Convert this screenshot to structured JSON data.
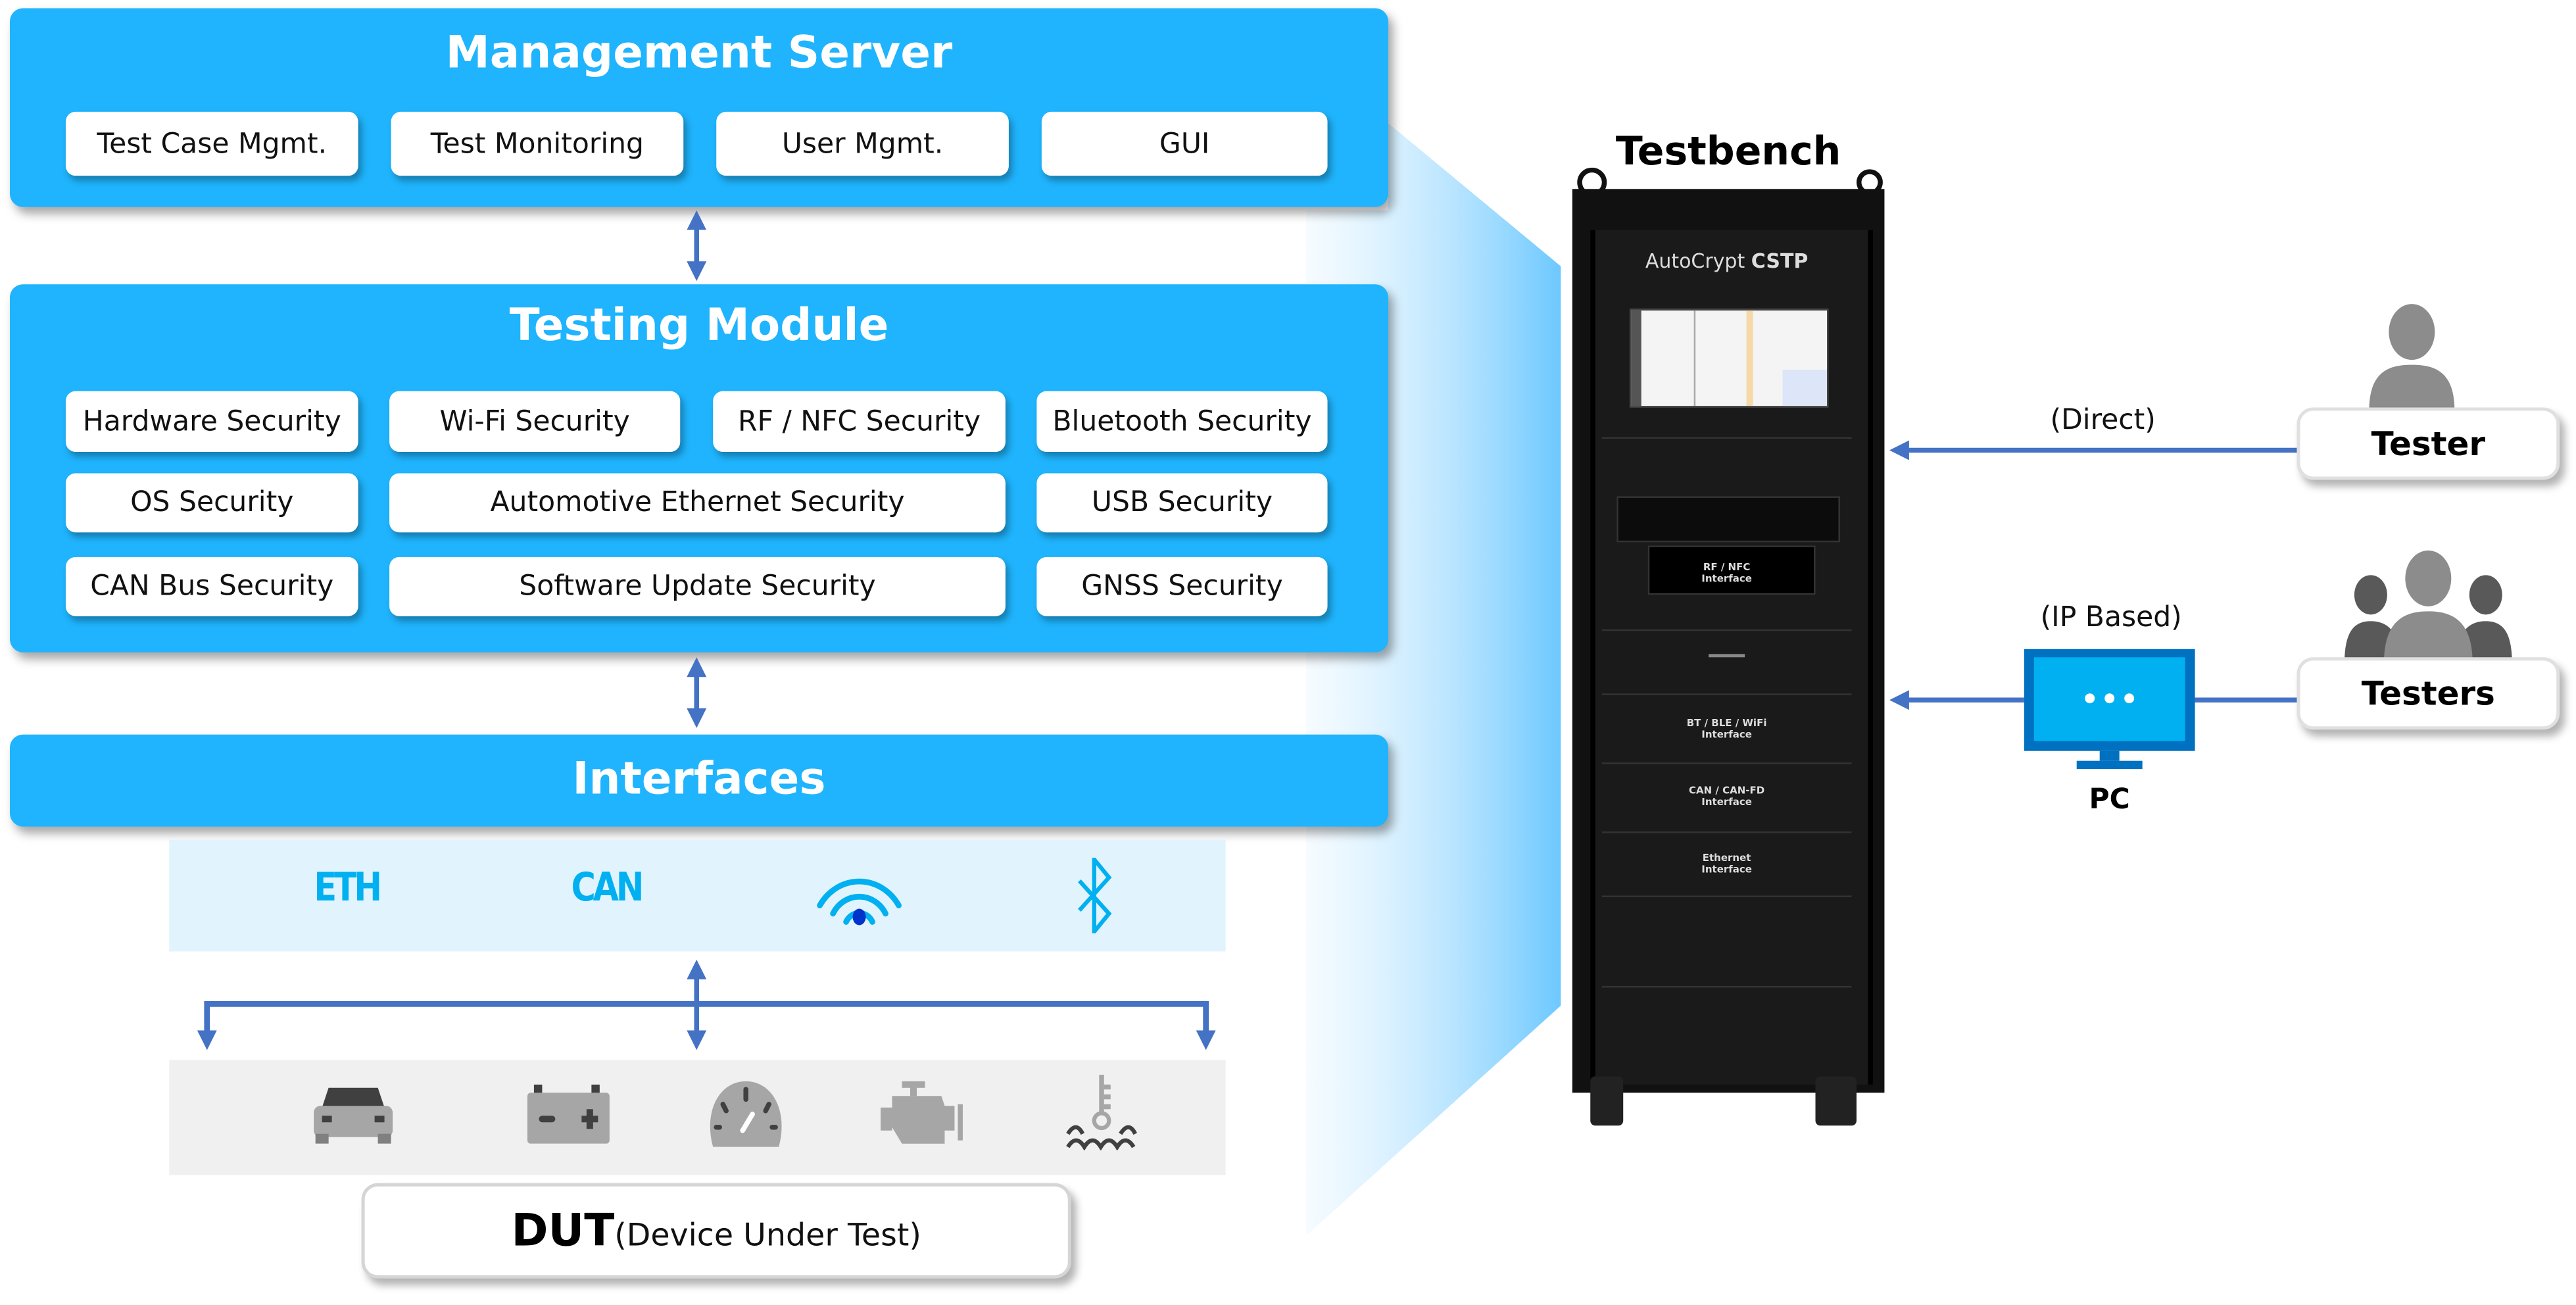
{
  "management_server": {
    "title": "Management Server",
    "items": [
      "Test Case Mgmt.",
      "Test Monitoring",
      "User Mgmt.",
      "GUI"
    ]
  },
  "testing_module": {
    "title": "Testing Module",
    "items": [
      "Hardware Security",
      "Wi-Fi Security",
      "RF / NFC Security",
      "Bluetooth Security",
      "OS Security",
      "Automotive Ethernet Security",
      "USB Security",
      "CAN Bus Security",
      "Software Update Security",
      "GNSS Security"
    ]
  },
  "interfaces": {
    "title": "Interfaces",
    "eth": "ETH",
    "can": "CAN",
    "icons": [
      "wifi-icon",
      "bluetooth-icon"
    ]
  },
  "dut": {
    "icons": [
      "car-icon",
      "battery-icon",
      "speedometer-icon",
      "engine-icon",
      "coolant-temperature-icon"
    ],
    "title": "DUT",
    "subtitle": "(Device Under Test)"
  },
  "testbench": {
    "title": "Testbench",
    "brand_light": "AutoCrypt",
    "brand_bold": "CSTP",
    "modules": [
      "RF / NFC",
      "Interface",
      "BT / BLE / WiFi",
      "Interface",
      "CAN / CAN-FD",
      "Interface",
      "Ethernet",
      "Interface"
    ]
  },
  "access": {
    "direct_label": "(Direct)",
    "tester_label": "Tester",
    "ip_label": "(IP Based)",
    "testers_label": "Testers",
    "pc_label": "PC"
  },
  "colors": {
    "panel": "#1fb4fd",
    "arrow": "#4472c4",
    "icon_blue": "#00b0f0",
    "band_blue": "#e1f3fc",
    "band_gray": "#f0f0f0"
  }
}
